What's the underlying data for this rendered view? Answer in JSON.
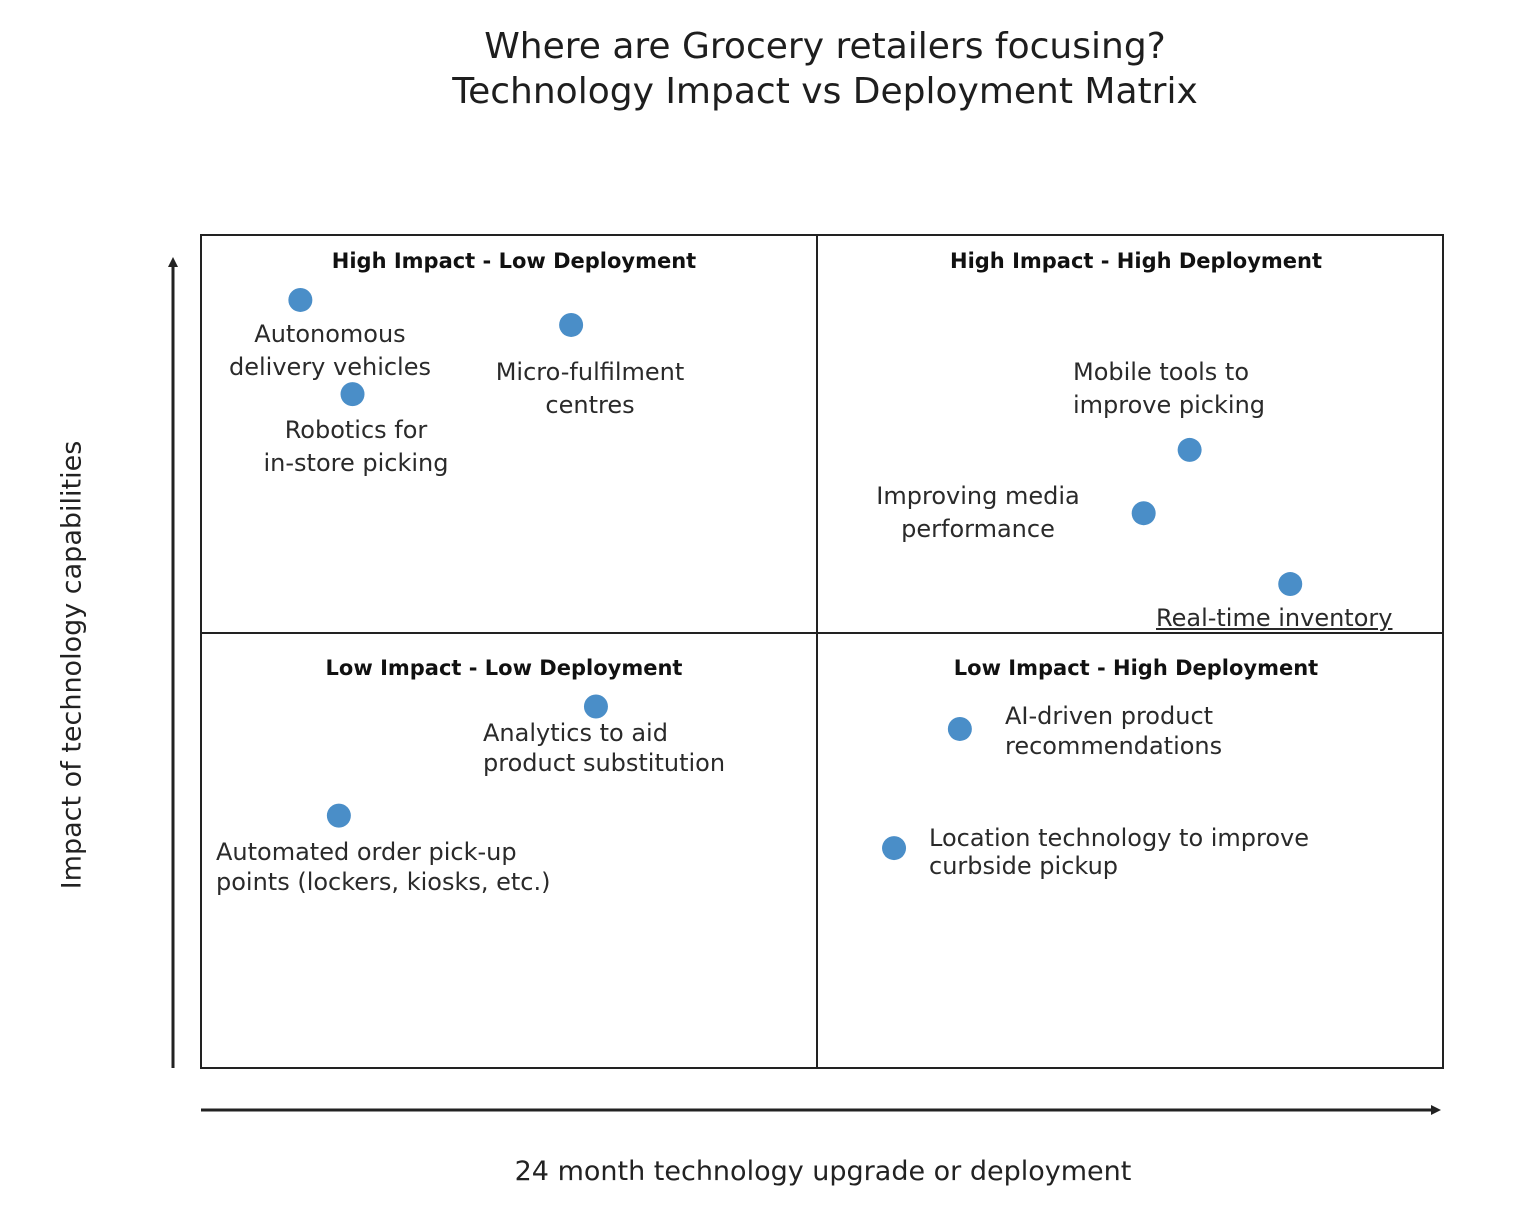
{
  "chart_data": {
    "type": "scatter",
    "title": "Where are Grocery retailers focusing?",
    "subtitle": "Technology Impact vs Deployment Matrix",
    "xlabel": "24 month technology upgrade or deployment",
    "ylabel": "Impact of technology capabilities",
    "xlim": [
      0,
      100
    ],
    "ylim": [
      0,
      100
    ],
    "grid": false,
    "quadrants": [
      {
        "id": "hi-lo",
        "label": "High Impact - Low Deployment"
      },
      {
        "id": "hi-hi",
        "label": "High Impact - High Deployment"
      },
      {
        "id": "lo-lo",
        "label": "Low Impact - Low Deployment"
      },
      {
        "id": "lo-hi",
        "label": "Low Impact - High Deployment"
      }
    ],
    "point_color": "#4a8ec8",
    "points": [
      {
        "label": "Autonomous\ndelivery vehicles",
        "x": 8,
        "y": 92.2
      },
      {
        "label": "Robotics for\nin-store picking",
        "x": 12.2,
        "y": 80.9
      },
      {
        "label": "Micro-fulfilment\ncentres",
        "x": 29.8,
        "y": 89.2
      },
      {
        "label": "Mobile tools to\nimprove picking",
        "x": 79.6,
        "y": 74.2
      },
      {
        "label": "Improving media\nperformance",
        "x": 75.9,
        "y": 66.6
      },
      {
        "label": "Real-time inventory",
        "x": 87.7,
        "y": 58.1
      },
      {
        "label": "Analytics to aid\nproduct substitution",
        "x": 31.8,
        "y": 43.4
      },
      {
        "label": "Automated order pick-up\npoints (lockers, kiosks, etc.)",
        "x": 11.1,
        "y": 30.3
      },
      {
        "label": "AI-driven product\nrecommendations",
        "x": 61.1,
        "y": 40.7
      },
      {
        "label": "Location technology to improve\ncurbside pickup",
        "x": 55.8,
        "y": 26.4
      }
    ]
  }
}
